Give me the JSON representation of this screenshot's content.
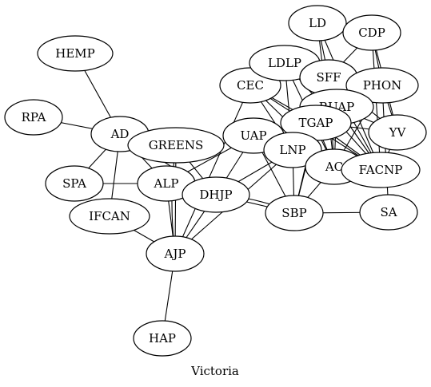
{
  "caption": "Victoria",
  "nodes": [
    {
      "id": "HEMP"
    },
    {
      "id": "RPA"
    },
    {
      "id": "AD"
    },
    {
      "id": "SPA"
    },
    {
      "id": "IFCAN"
    },
    {
      "id": "GREENS"
    },
    {
      "id": "ALP"
    },
    {
      "id": "DHJP"
    },
    {
      "id": "AJP"
    },
    {
      "id": "HAP"
    },
    {
      "id": "CEC"
    },
    {
      "id": "LDLP"
    },
    {
      "id": "LD"
    },
    {
      "id": "CDP"
    },
    {
      "id": "SFF"
    },
    {
      "id": "PHON"
    },
    {
      "id": "RUAP"
    },
    {
      "id": "TGAP"
    },
    {
      "id": "UAP"
    },
    {
      "id": "LNP"
    },
    {
      "id": "AC"
    },
    {
      "id": "FACNP"
    },
    {
      "id": "YV"
    },
    {
      "id": "SBP"
    },
    {
      "id": "SA"
    }
  ],
  "edges": [
    [
      "HEMP",
      "AD"
    ],
    [
      "RPA",
      "AD"
    ],
    [
      "AD",
      "SPA"
    ],
    [
      "AD",
      "IFCAN"
    ],
    [
      "AD",
      "ALP"
    ],
    [
      "AD",
      "DHJP"
    ],
    [
      "SPA",
      "ALP"
    ],
    [
      "IFCAN",
      "AJP"
    ],
    [
      "ALP",
      "AJP"
    ],
    [
      "ALP",
      "DHJP"
    ],
    [
      "ALP",
      "UAP"
    ],
    [
      "GREENS",
      "AJP"
    ],
    [
      "GREENS",
      "DHJP"
    ],
    [
      "GREENS",
      "AJP"
    ],
    [
      "DHJP",
      "AJP"
    ],
    [
      "DHJP",
      "SBP"
    ],
    [
      "DHJP",
      "LNP"
    ],
    [
      "DHJP",
      "UAP"
    ],
    [
      "AJP",
      "HAP"
    ],
    [
      "AJP",
      "LNP"
    ],
    [
      "AJP",
      "CEC"
    ],
    [
      "CEC",
      "LNP"
    ],
    [
      "CEC",
      "TGAP"
    ],
    [
      "CEC",
      "FACNP"
    ],
    [
      "CEC",
      "AC"
    ],
    [
      "LDLP",
      "SFF"
    ],
    [
      "LDLP",
      "PHON"
    ],
    [
      "LDLP",
      "AC"
    ],
    [
      "LDLP",
      "LNP"
    ],
    [
      "LDLP",
      "FACNP"
    ],
    [
      "LD",
      "SFF"
    ],
    [
      "LD",
      "AC"
    ],
    [
      "LD",
      "FACNP"
    ],
    [
      "LD",
      "CDP"
    ],
    [
      "CDP",
      "SFF"
    ],
    [
      "CDP",
      "PHON"
    ],
    [
      "CDP",
      "FACNP"
    ],
    [
      "CDP",
      "YV"
    ],
    [
      "SFF",
      "AC"
    ],
    [
      "SFF",
      "LNP"
    ],
    [
      "SFF",
      "FACNP"
    ],
    [
      "SFF",
      "SBP"
    ],
    [
      "SFF",
      "YV"
    ],
    [
      "PHON",
      "SA"
    ],
    [
      "PHON",
      "AC"
    ],
    [
      "PHON",
      "YV"
    ],
    [
      "RUAP",
      "AC"
    ],
    [
      "RUAP",
      "YV"
    ],
    [
      "RUAP",
      "FACNP"
    ],
    [
      "RUAP",
      "LNP"
    ],
    [
      "TGAP",
      "AC"
    ],
    [
      "TGAP",
      "SBP"
    ],
    [
      "TGAP",
      "FACNP"
    ],
    [
      "TGAP",
      "YV"
    ],
    [
      "UAP",
      "SBP"
    ],
    [
      "UAP",
      "LNP"
    ],
    [
      "UAP",
      "AC"
    ],
    [
      "UAP",
      "FACNP"
    ],
    [
      "LNP",
      "SBP"
    ],
    [
      "LNP",
      "AC"
    ],
    [
      "AC",
      "FACNP"
    ],
    [
      "AC",
      "SBP"
    ],
    [
      "YV",
      "FACNP"
    ],
    [
      "SBP",
      "SA"
    ],
    [
      "SBP",
      "DHJP"
    ]
  ]
}
